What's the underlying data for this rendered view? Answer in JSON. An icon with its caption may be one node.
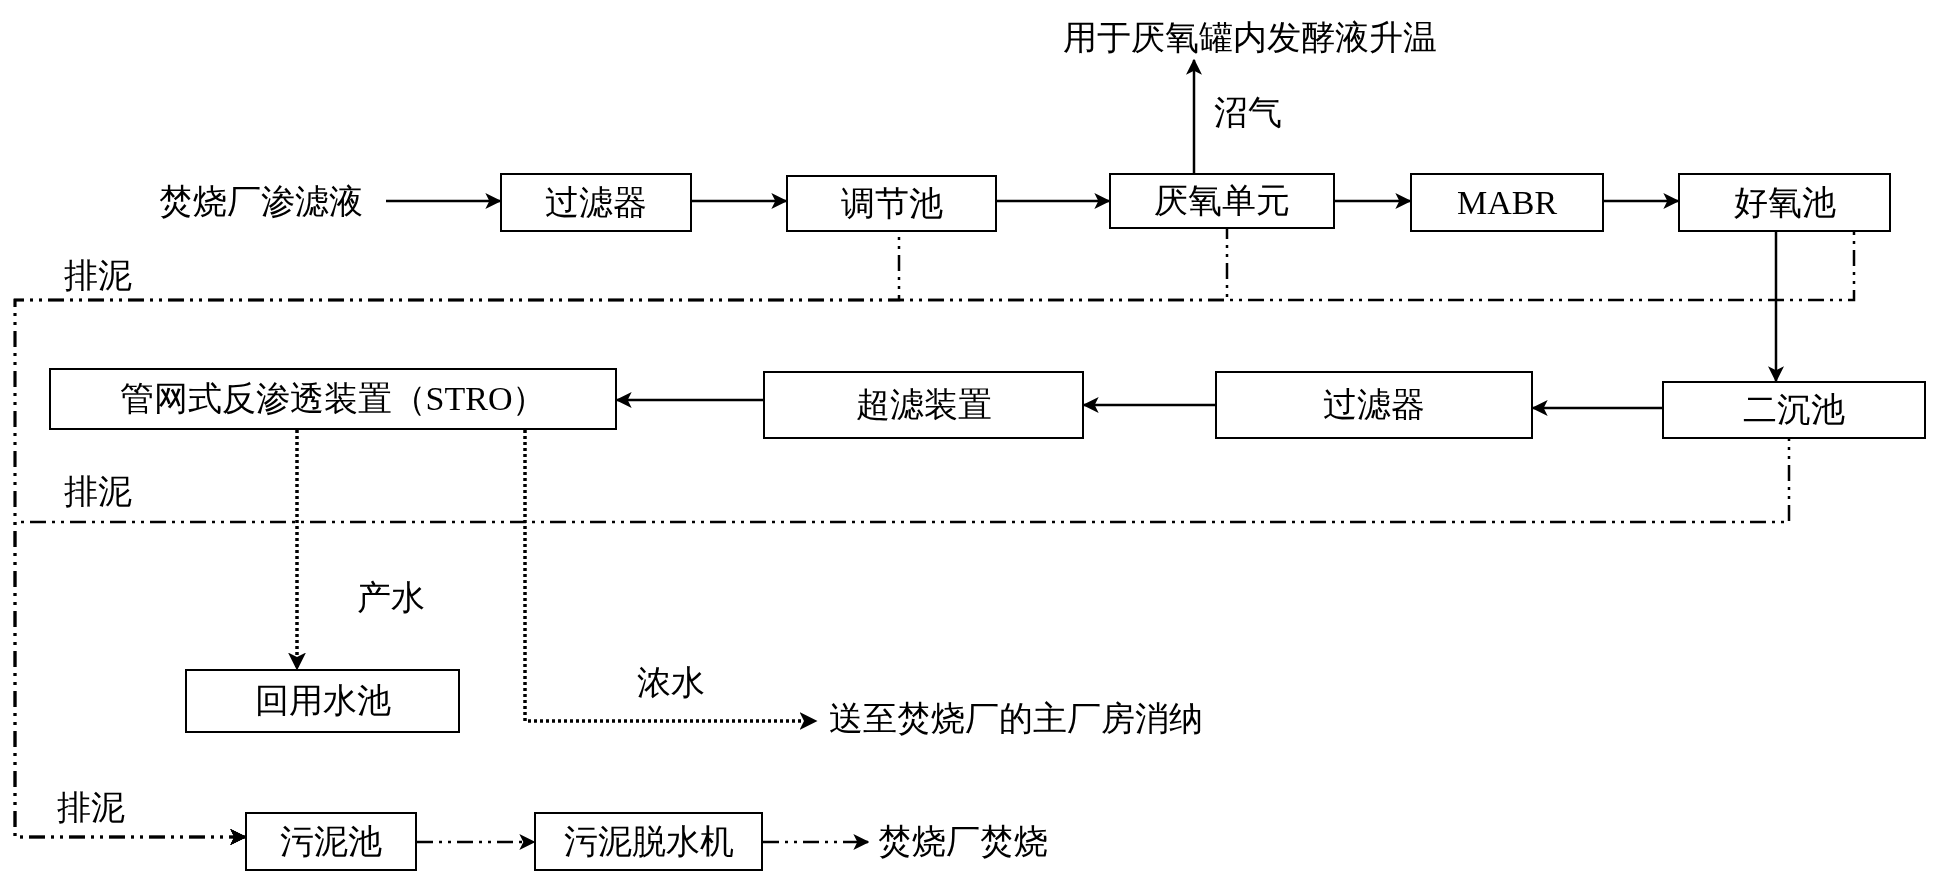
{
  "diagram": {
    "nodes": [
      {
        "text": [
          "焚烧厂渗滤液"
        ]
      },
      {
        "text": [
          "过滤器"
        ]
      },
      {
        "text": [
          "调节池"
        ]
      },
      {
        "text": [
          "厌氧单元"
        ]
      },
      {
        "text": [
          "MABR"
        ]
      },
      {
        "text": [
          "好氧池"
        ]
      },
      {
        "text": [
          "用于厌氧罐内发酵液升温"
        ]
      },
      {
        "text": [
          "二沉池"
        ]
      },
      {
        "text": [
          "过滤器"
        ]
      },
      {
        "text": [
          "超滤装置"
        ]
      },
      {
        "text": [
          "管网式反渗透装置（STRO）"
        ]
      },
      {
        "text": [
          "回用水池"
        ]
      },
      {
        "text": [
          "送至焚烧厂的主厂房消纳"
        ]
      },
      {
        "text": [
          "污泥池"
        ]
      },
      {
        "text": [
          "污泥脱水机"
        ]
      },
      {
        "text": [
          "焚烧厂焚烧"
        ]
      }
    ],
    "edges": [
      {
        "from": 0,
        "to": 1,
        "arrow": "to"
      },
      {
        "from": 1,
        "to": 2,
        "arrow": "to"
      },
      {
        "from": 2,
        "to": 3,
        "arrow": "to"
      },
      {
        "from": 3,
        "to": 6,
        "arrow": "to",
        "label": "沼气"
      },
      {
        "from": 3,
        "to": 4,
        "arrow": "to"
      },
      {
        "from": 4,
        "to": 5,
        "arrow": "to"
      },
      {
        "from": 5,
        "to": 7,
        "arrow": "to"
      },
      {
        "from": 7,
        "to": 8,
        "arrow": "to"
      },
      {
        "from": 8,
        "to": 9,
        "arrow": "to"
      },
      {
        "from": 9,
        "to": 10,
        "arrow": "to"
      },
      {
        "from": 10,
        "to": 11,
        "arrow": "to",
        "label": "产水",
        "style": "dashed"
      },
      {
        "from": 10,
        "to": 12,
        "arrow": "to",
        "label": "浓水",
        "style": "dashed"
      },
      {
        "from": 2,
        "to": 13,
        "arrow": "to",
        "style": "dashed"
      },
      {
        "from": 3,
        "to": 13,
        "arrow": "to",
        "style": "dashed"
      },
      {
        "from": 5,
        "to": 13,
        "arrow": "to",
        "style": "dashed"
      },
      {
        "from": 7,
        "to": 13,
        "arrow": "to",
        "style": "dashed"
      },
      {
        "from": 13,
        "to": 14,
        "arrow": "to",
        "style": "dashed"
      },
      {
        "from": 14,
        "to": 15,
        "arrow": "to",
        "style": "dashed"
      }
    ],
    "labels": [
      "排泥",
      "排泥",
      "排泥"
    ]
  }
}
